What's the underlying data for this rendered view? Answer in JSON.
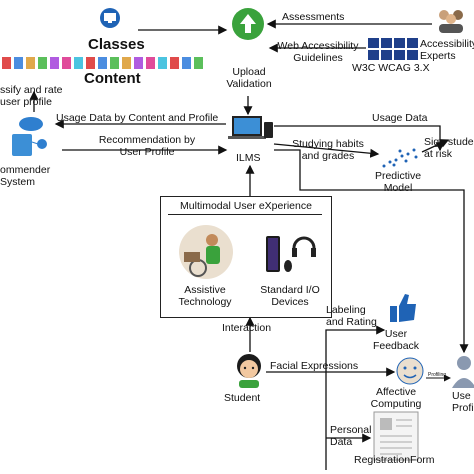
{
  "nodes": {
    "assessments": "Assessments",
    "classes": "Classes",
    "content": "Content",
    "upload_validation": "Upload\nValidation",
    "accessibility_experts": "Accessibility\nExperts",
    "wa_guidelines": "Web Accessibility\nGuidelines",
    "wcag": "W3C WCAG 3.X",
    "classify_rate": "ssify and rate\nuser profile",
    "usage_by_content": "Usage Data by Content and Profile",
    "usage_data": "Usage Data",
    "recommendation_by": "Recommendation by\nUser Profile",
    "ilms": "ILMS",
    "recommender": "ommender\nSystem",
    "studying_habits": "Studying habits\nand grades",
    "sign_students": "Sign stude\nat risk",
    "predictive_model": "Predictive\nModel",
    "mux_title": "Multimodal User eXperience",
    "assistive": "Assistive\nTechnology",
    "standard_io": "Standard I/O\nDevices",
    "interaction": "Interaction",
    "labeling": "Labeling\nand Rating",
    "user_feedback": "User\nFeedback",
    "facial": "Facial Expressions",
    "affective": "Affective\nComputing",
    "student": "Student",
    "user_profile": "Use\nProfil",
    "personal_data": "Personal\nData",
    "registration": "RegistrationForm",
    "tiny_profiling": "Profiling"
  },
  "icons": {
    "upload": "recycle-upload-icon",
    "classes": "monitor-icon",
    "content": "document-stack-icon",
    "experts": "people-group-icon",
    "wcag": "accessibility-symbols-icon",
    "recommender": "cloud-network-icon",
    "ilms": "devices-icon",
    "predictive": "scatter-dots-icon",
    "student": "student-avatar-icon",
    "feedback": "thumbs-up-icon",
    "affective": "emotion-face-icon",
    "registration": "form-document-icon",
    "user_profile": "user-silhouette-icon"
  },
  "colors": {
    "accent_blue": "#1f63b5",
    "green": "#3aa23c",
    "dark": "#1b1b1b"
  }
}
